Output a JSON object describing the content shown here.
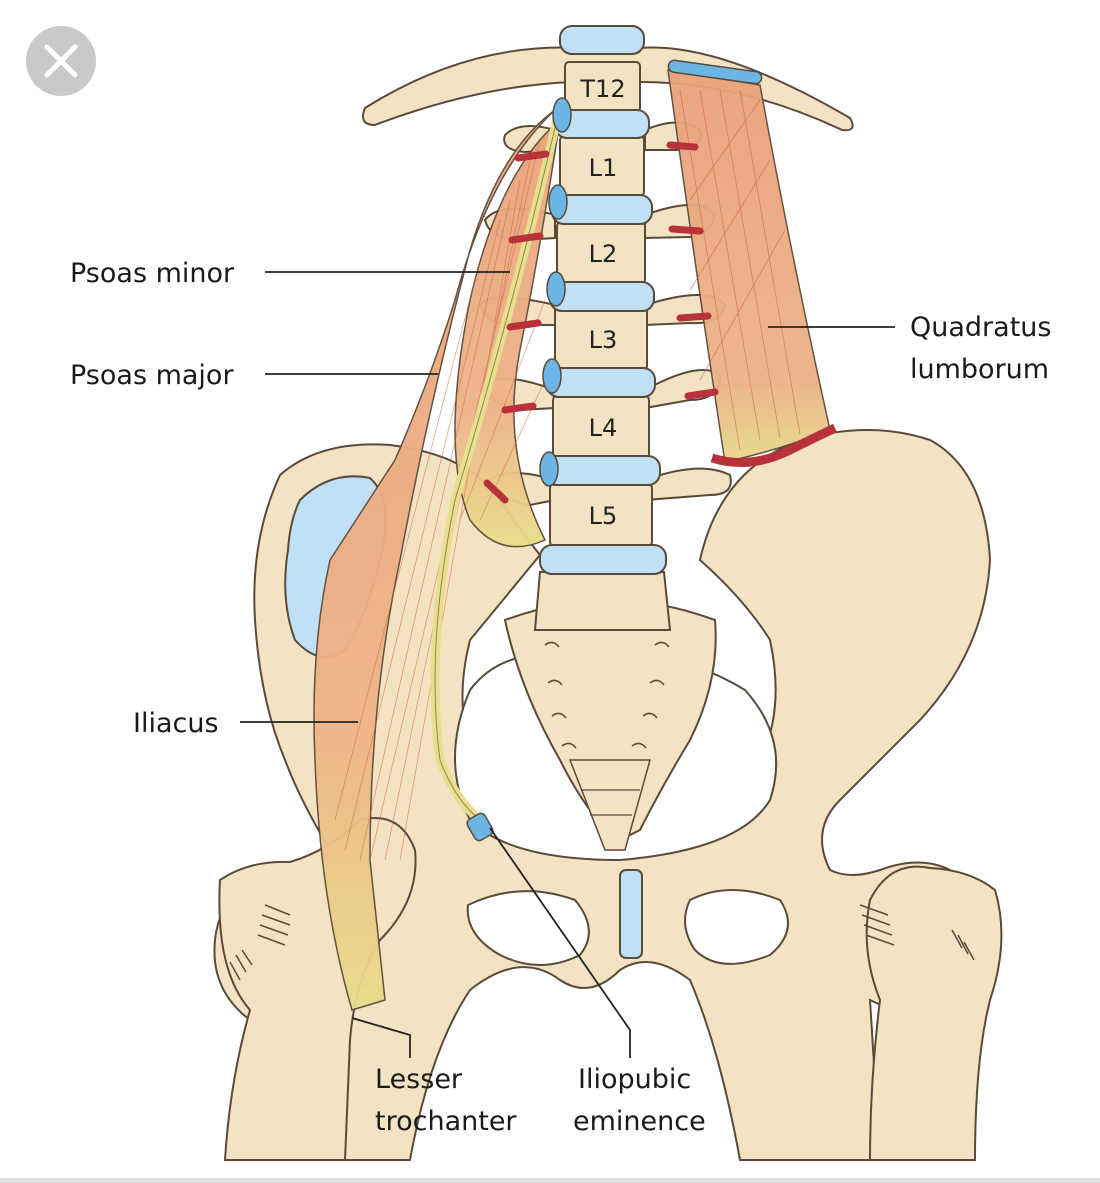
{
  "close_button": {
    "icon": "close-icon"
  },
  "vertebrae": [
    "T12",
    "L1",
    "L2",
    "L3",
    "L4",
    "L5"
  ],
  "labels": {
    "psoas_minor": "Psoas minor",
    "psoas_major": "Psoas major",
    "quadratus_1": "Quadratus",
    "quadratus_2": "lumborum",
    "iliacus": "Iliacus",
    "lesser_1": "Lesser",
    "lesser_2": "trochanter",
    "iliopubic_1": "Iliopubic",
    "iliopubic_2": "eminence"
  },
  "colors": {
    "bone": "#f3e3c3",
    "bone_outline": "#5a4a3a",
    "cartilage": "#bfe0f5",
    "cartilage_dark": "#6cb6e6",
    "muscle": "#e9a27a",
    "muscle_light": "#f2c49a",
    "tendon": "#e7df8d",
    "attachment": "#b8323a"
  }
}
